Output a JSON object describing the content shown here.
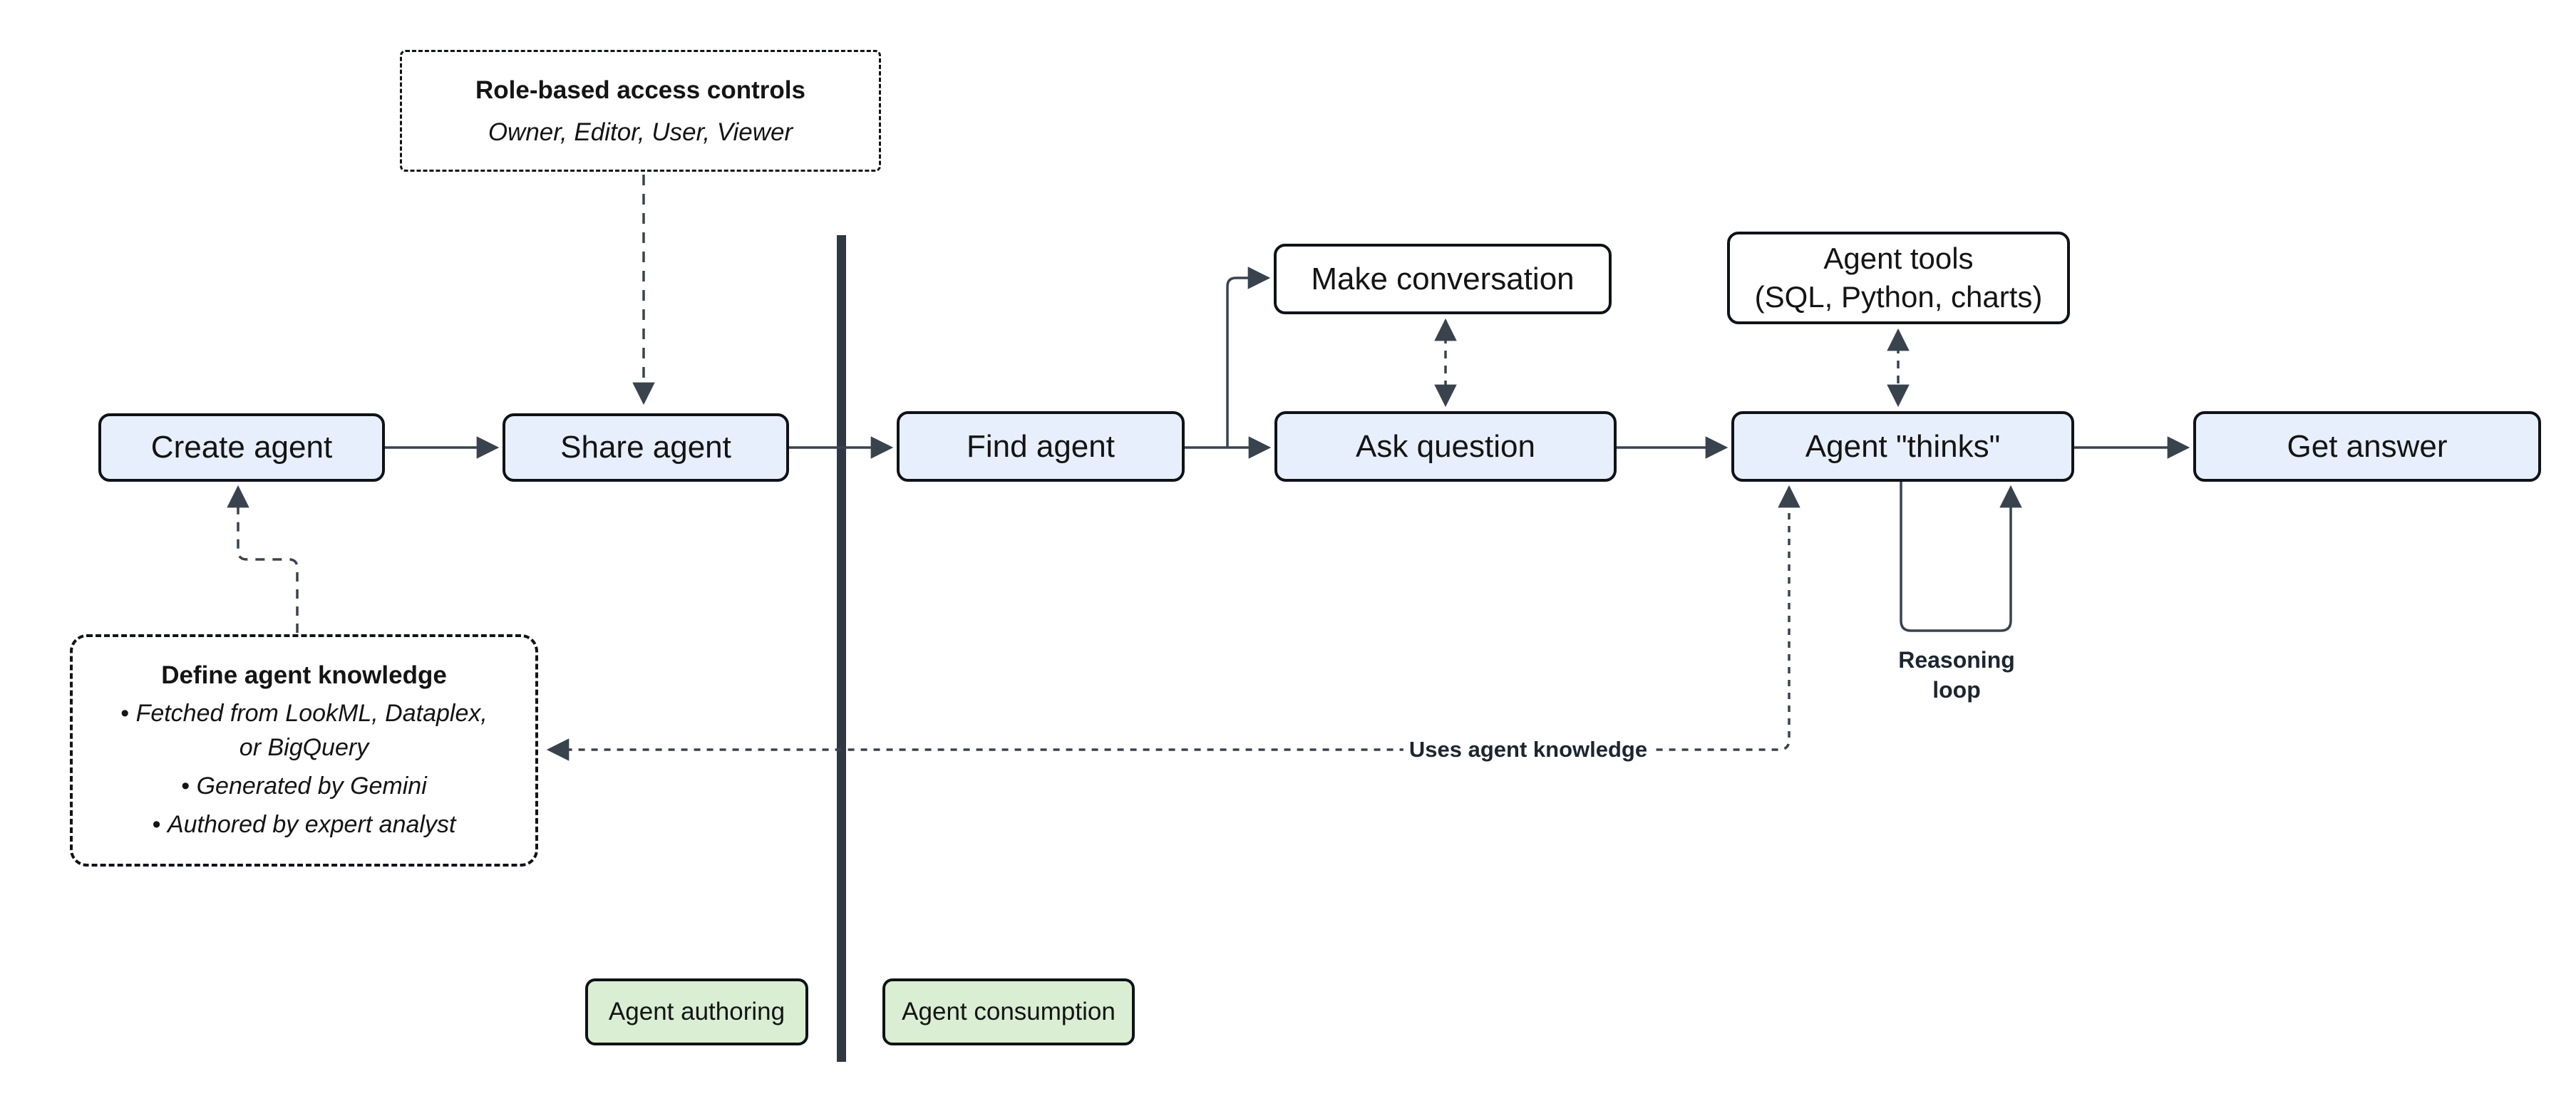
{
  "diagram": {
    "nodes": {
      "create_agent": {
        "label": "Create agent"
      },
      "share_agent": {
        "label": "Share agent"
      },
      "find_agent": {
        "label": "Find agent"
      },
      "make_conversation": {
        "label": "Make conversation"
      },
      "ask_question": {
        "label": "Ask question"
      },
      "agent_tools": {
        "label": "Agent tools\n(SQL, Python, charts)"
      },
      "agent_thinks": {
        "label": "Agent \"thinks\""
      },
      "get_answer": {
        "label": "Get answer"
      },
      "agent_authoring": {
        "label": "Agent authoring"
      },
      "agent_consumption": {
        "label": "Agent consumption"
      }
    },
    "annotations": {
      "role_based": {
        "title": "Role-based access controls",
        "subtitle": "Owner, Editor, User, Viewer"
      },
      "define_knowledge": {
        "title": "Define agent knowledge",
        "bullets": [
          "Fetched from LookML, Dataplex,\nor BigQuery",
          "Generated by Gemini",
          "Authored by expert analyst"
        ]
      }
    },
    "edge_labels": {
      "uses_agent_knowledge": "Uses agent knowledge",
      "reasoning_loop": "Reasoning loop"
    },
    "colors": {
      "node_fill_blue": "#e7effc",
      "node_fill_white": "#ffffff",
      "zone_fill_green": "#d9eed3",
      "border": "#0f1317",
      "line": "#39434e",
      "divider": "#2e3944"
    }
  }
}
